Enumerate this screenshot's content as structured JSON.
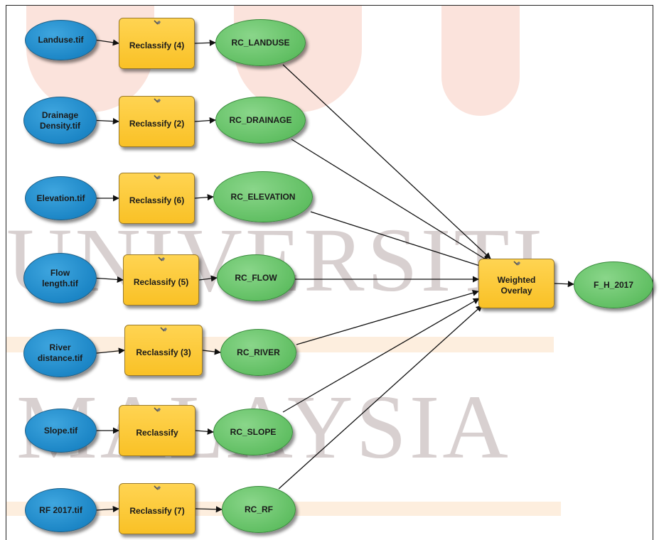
{
  "watermark": {
    "row1": "UNIVERSITI",
    "row2": "MALAYSIA"
  },
  "colors": {
    "input": "#1c86c6",
    "tool": "#f9c126",
    "output": "#61bf63",
    "watermark_red": "#e44a2f",
    "watermark_orange": "#f3a25a"
  },
  "inputs": [
    {
      "label": "Landuse.tif"
    },
    {
      "label": "Drainage\nDensity.tif"
    },
    {
      "label": "Elevation.tif"
    },
    {
      "label": "Flow\nlength.tif"
    },
    {
      "label": "River\ndistance.tif"
    },
    {
      "label": "Slope.tif"
    },
    {
      "label": "RF 2017.tif"
    }
  ],
  "tools": [
    {
      "label": "Reclassify (4)",
      "icon": "hammer-icon"
    },
    {
      "label": "Reclassify (2)",
      "icon": "hammer-icon"
    },
    {
      "label": "Reclassify (6)",
      "icon": "hammer-icon"
    },
    {
      "label": "Reclassify (5)",
      "icon": "hammer-icon"
    },
    {
      "label": "Reclassify (3)",
      "icon": "hammer-icon"
    },
    {
      "label": "Reclassify",
      "icon": "hammer-icon"
    },
    {
      "label": "Reclassify (7)",
      "icon": "hammer-icon"
    }
  ],
  "outputs": [
    {
      "label": "RC_LANDUSE"
    },
    {
      "label": "RC_DRAINAGE"
    },
    {
      "label": "RC_ELEVATION"
    },
    {
      "label": "RC_FLOW"
    },
    {
      "label": "RC_RIVER"
    },
    {
      "label": "RC_SLOPE"
    },
    {
      "label": "RC_RF"
    }
  ],
  "overlay_tool": {
    "label": "Weighted\nOverlay",
    "icon": "hammer-icon"
  },
  "final_output": {
    "label": "F_H_2017"
  }
}
